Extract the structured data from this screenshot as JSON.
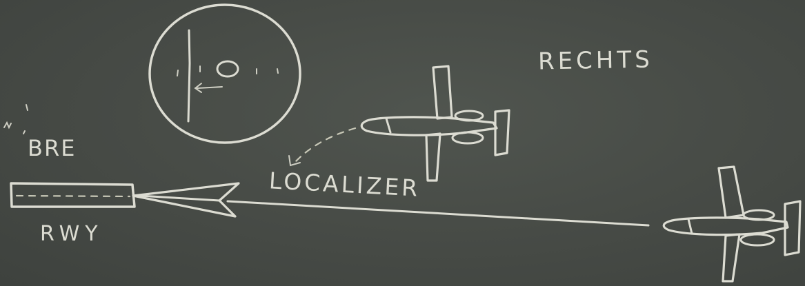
{
  "labels": {
    "rechts": "RECHTS",
    "localizer": "LOCALIZER",
    "runway": "RWY",
    "bre": "BRE"
  },
  "colors": {
    "chalkboard": "#454a45",
    "chalk": "#dcdcd2"
  }
}
